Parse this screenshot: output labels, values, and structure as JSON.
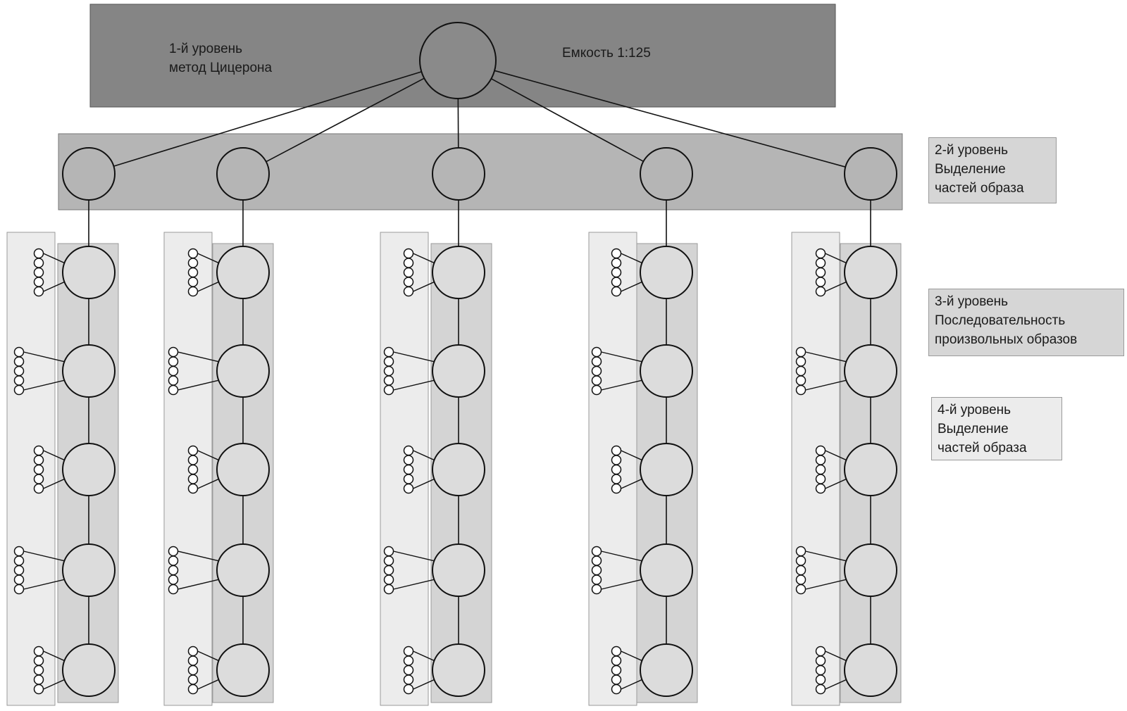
{
  "level1": {
    "line1": "1-й уровень",
    "line2": "метод Цицерона",
    "capacity": "Емкость 1:125"
  },
  "level2": {
    "line1": "2-й уровень",
    "line2": "Выделение",
    "line3": "частей образа"
  },
  "level3": {
    "line1": "3-й уровень",
    "line2": "Последовательность",
    "line3": "произвольных образов"
  },
  "level4": {
    "line1": "4-й уровень",
    "line2": "Выделение",
    "line3": "частей образа"
  },
  "colors": {
    "level1_band": "#858585",
    "level2_band": "#b5b5b5",
    "level3_column": "#d4d4d4",
    "level4_column": "#ececec",
    "node_fill_dark": "#8a8a8a",
    "node_fill_mid": "#b5b5b5",
    "node_fill_light": "#dcdcdc",
    "stroke": "#111111"
  }
}
